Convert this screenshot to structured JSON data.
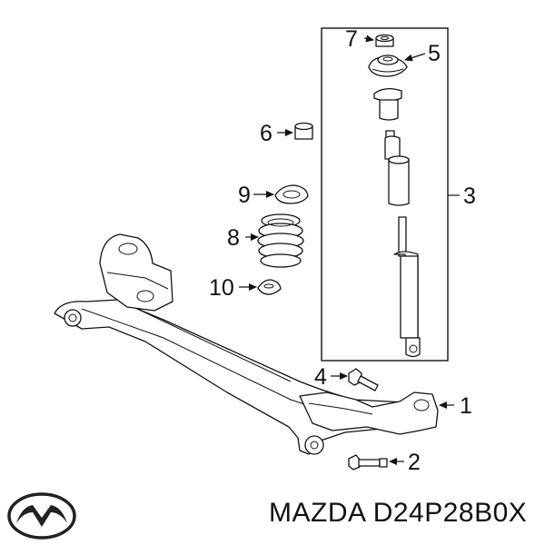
{
  "callouts": {
    "c1": "1",
    "c2": "2",
    "c3": "3",
    "c4": "4",
    "c5": "5",
    "c6": "6",
    "c7": "7",
    "c8": "8",
    "c9": "9",
    "c10": "10"
  },
  "footer": {
    "brand": "MAZDA",
    "part_number": "D24P28B0X"
  },
  "logo": {
    "icon": "mazda-logo-icon"
  }
}
